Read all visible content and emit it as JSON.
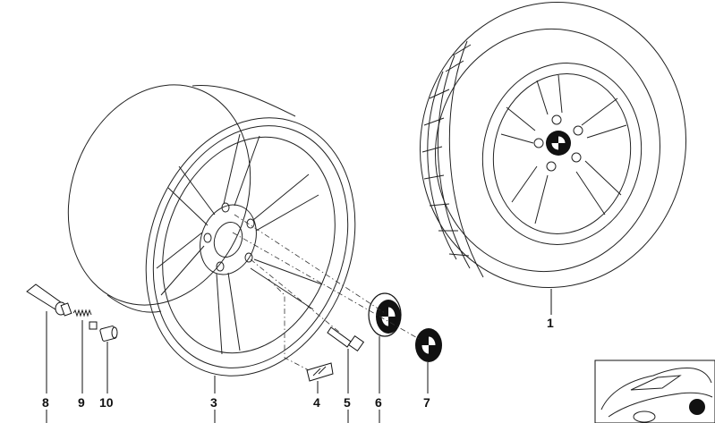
{
  "callouts": [
    {
      "id": "1",
      "label": "1"
    },
    {
      "id": "3",
      "label": "3"
    },
    {
      "id": "4",
      "label": "4"
    },
    {
      "id": "5",
      "label": "5"
    },
    {
      "id": "6",
      "label": "6"
    },
    {
      "id": "7",
      "label": "7"
    },
    {
      "id": "8",
      "label": "8"
    },
    {
      "id": "9",
      "label": "9"
    },
    {
      "id": "10",
      "label": "10"
    }
  ],
  "icons": {
    "wheel_exploded": "rim-exploded-icon",
    "wheel_assembled": "wheel-with-tyre-icon",
    "vehicle_thumbnail": "car-location-icon"
  },
  "colors": {
    "line": "#111111",
    "background": "#ffffff"
  }
}
